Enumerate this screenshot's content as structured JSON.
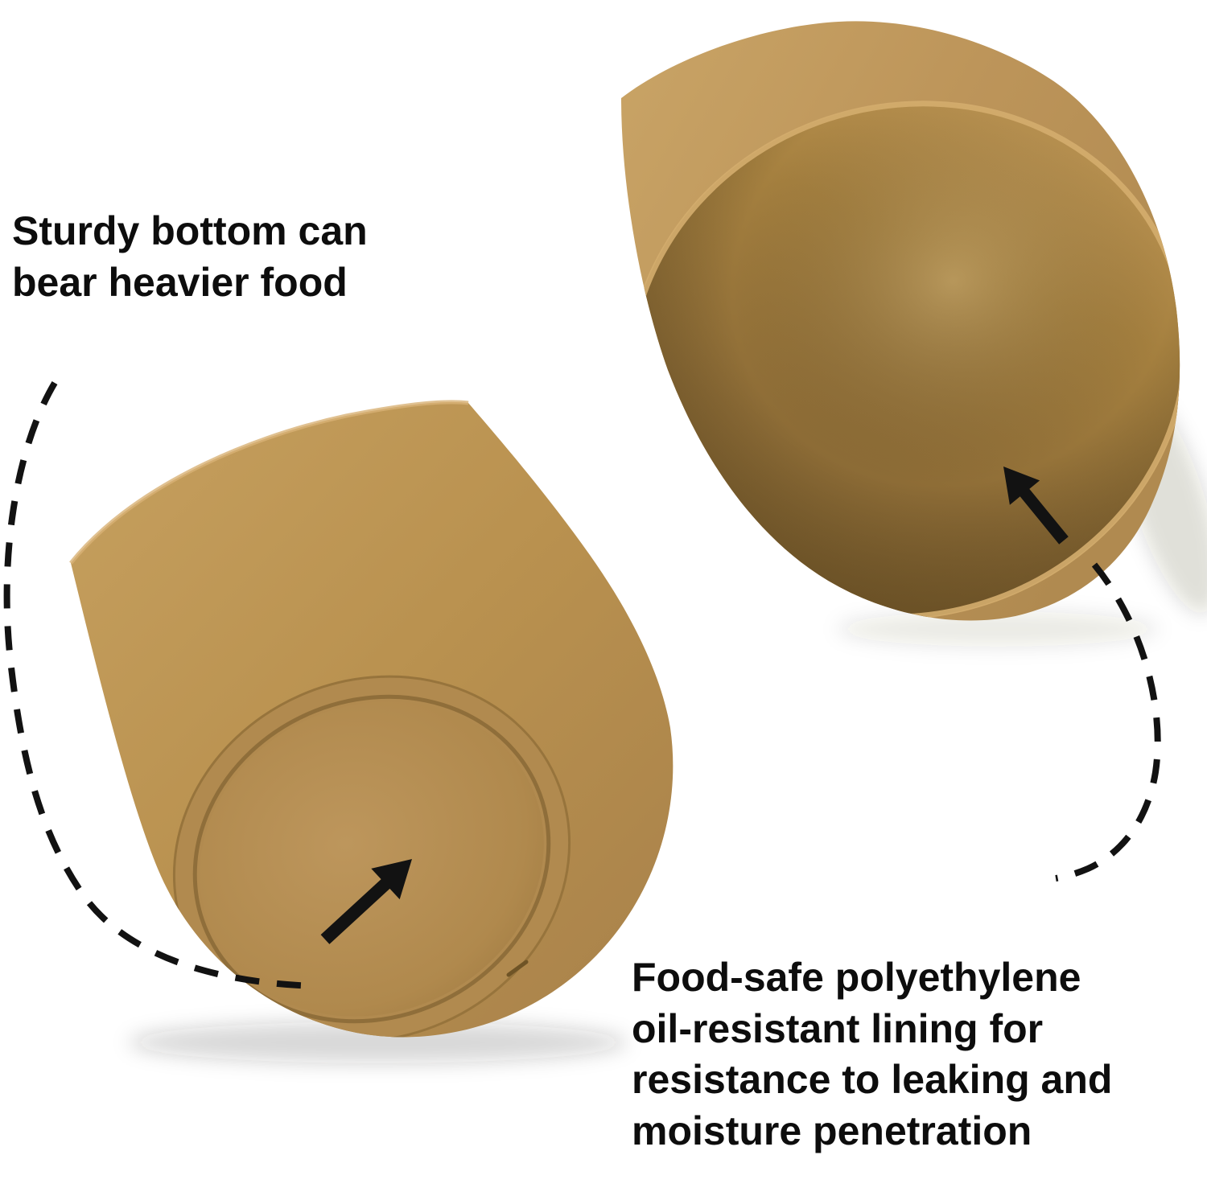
{
  "annotations": {
    "left_label": {
      "text": "Sturdy bottom can bear heavier food",
      "lines": [
        "Sturdy bottom can",
        "bear heavier food"
      ]
    },
    "right_label": {
      "text": "Food-safe polyethylene oil-resistant lining for resistance to leaking and moisture penetration",
      "lines": [
        "Food-safe polyethylene",
        "oil-resistant lining for",
        "resistance to leaking and",
        "moisture penetration"
      ]
    }
  },
  "icons": {
    "left_pointer": "solid-arrow-up-right",
    "right_pointer": "solid-arrow-up-left",
    "left_connector": "dashed-curved-line",
    "right_connector": "dashed-curved-line"
  },
  "colors": {
    "background": "#ffffff",
    "text": "#0d0d0d",
    "arrow": "#121212",
    "kraft_light": "#c7a163",
    "kraft_mid": "#b28a4f",
    "kraft_dark": "#8a682f",
    "cup_interior_dark": "#7a5d2c"
  }
}
